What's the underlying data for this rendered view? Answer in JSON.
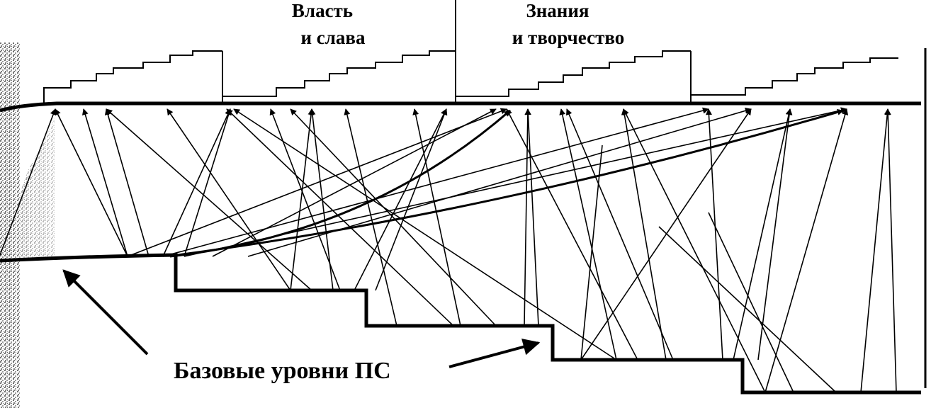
{
  "sections": [
    {
      "id": "power-and-glory",
      "line1": "Власть",
      "line2": "и слава"
    },
    {
      "id": "knowledge-and-creativity",
      "line1": "Знания",
      "line2": "и творчество"
    }
  ],
  "callout": {
    "text": "Базовые уровни ПС"
  },
  "colors": {
    "ink": "#000000",
    "paper": "#ffffff",
    "shade": "#7a7a7a"
  }
}
